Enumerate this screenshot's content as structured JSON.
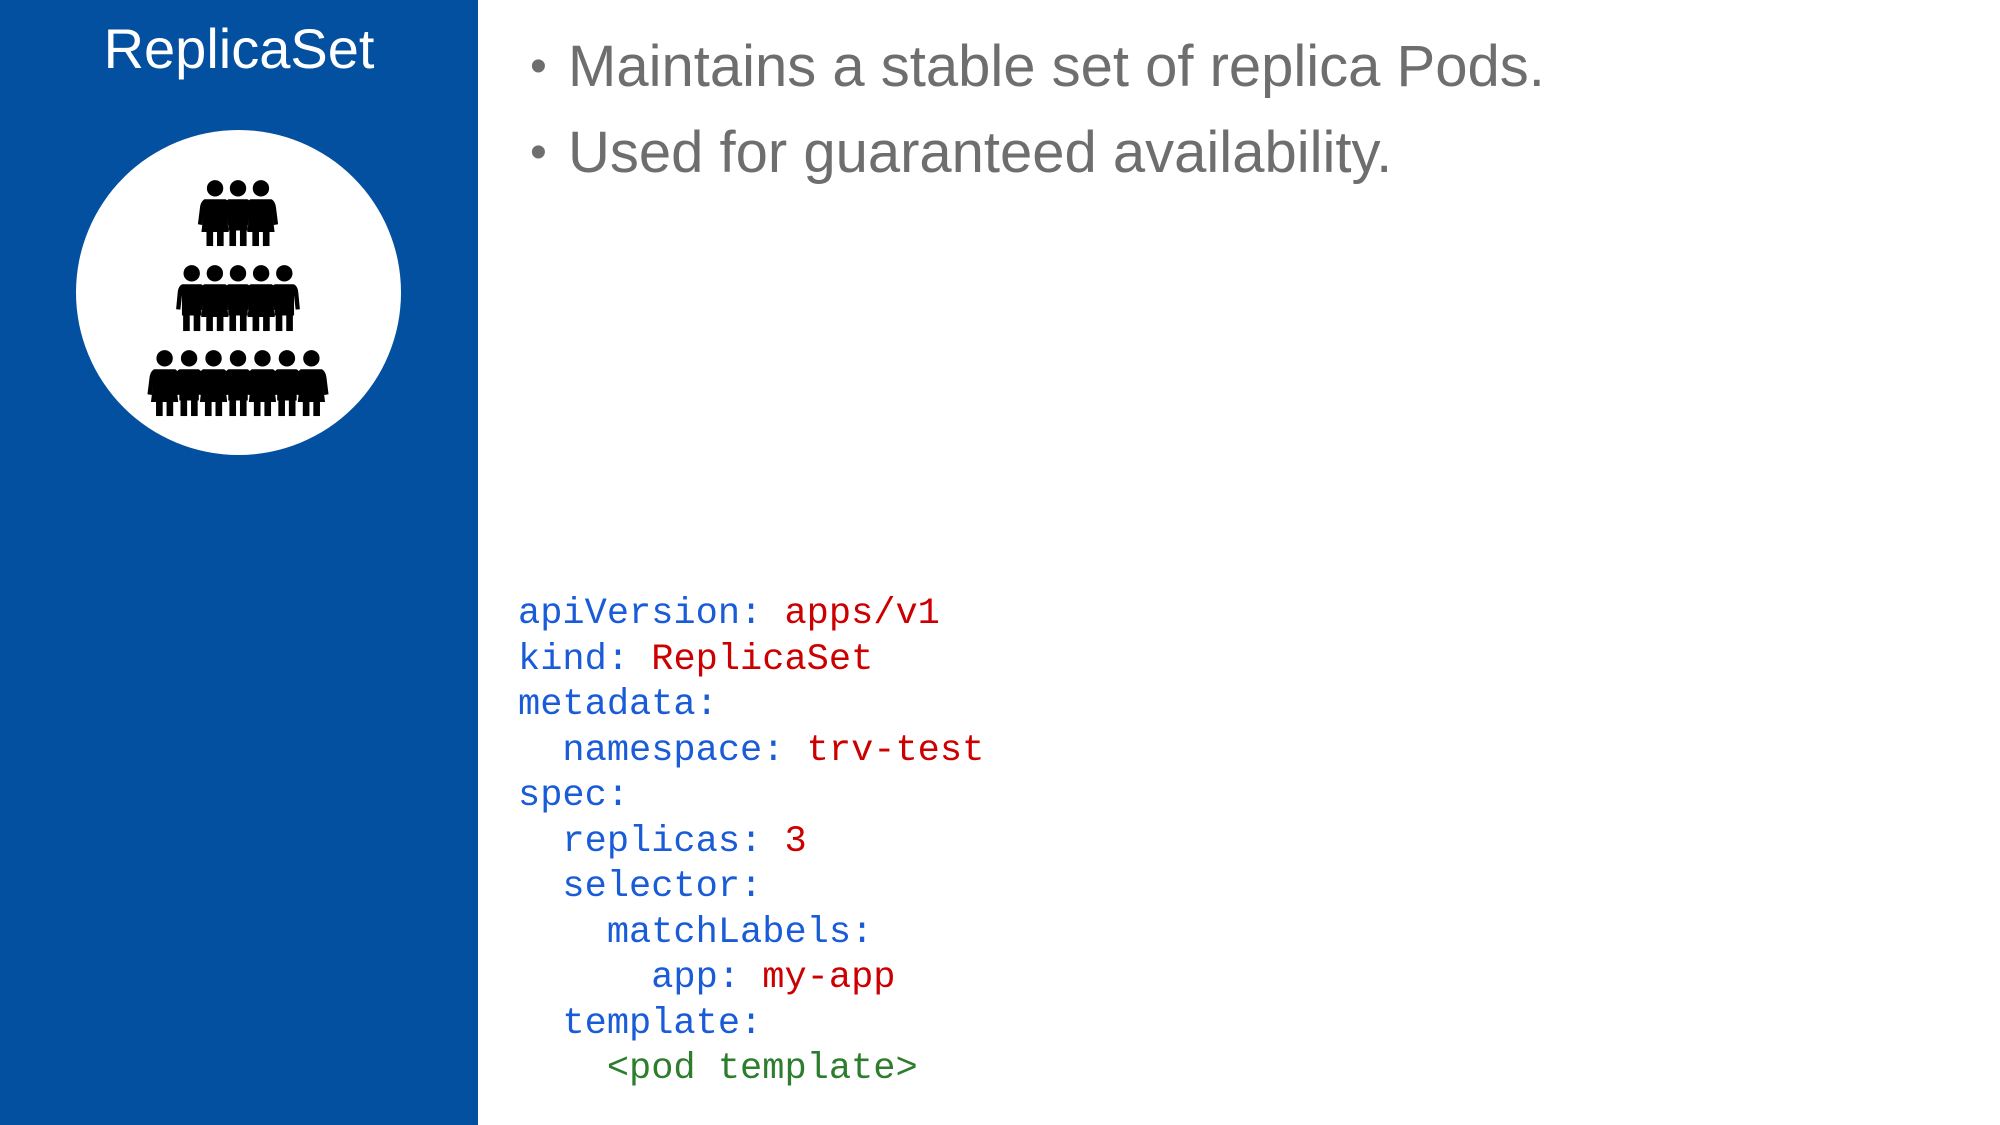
{
  "panel": {
    "title": "ReplicaSet",
    "bg_color": "#0450A0",
    "title_color": "#FFFFFF",
    "icon": {
      "name": "people-group-icon",
      "circle_color": "#FFFFFF",
      "figure_color": "#000000",
      "rows": [
        3,
        5,
        7
      ]
    }
  },
  "bullets": {
    "marker": "•",
    "text_color": "#6E6E6E",
    "items": [
      "Maintains a stable set of replica Pods.",
      "Used for guaranteed availability."
    ]
  },
  "yaml": {
    "key_color": "#1A5CD8",
    "value_color": "#CC0000",
    "comment_color": "#2E7D2E",
    "lines": [
      {
        "indent": "",
        "key": "apiVersion:",
        "sep": " ",
        "value": "apps/v1",
        "type": "value"
      },
      {
        "indent": "",
        "key": "kind:",
        "sep": " ",
        "value": "ReplicaSet",
        "type": "value"
      },
      {
        "indent": "",
        "key": "metadata:",
        "sep": "",
        "value": "",
        "type": "key"
      },
      {
        "indent": "  ",
        "key": "namespace:",
        "sep": " ",
        "value": "trv-test",
        "type": "value"
      },
      {
        "indent": "",
        "key": "spec:",
        "sep": "",
        "value": "",
        "type": "key"
      },
      {
        "indent": "  ",
        "key": "replicas:",
        "sep": " ",
        "value": "3",
        "type": "value"
      },
      {
        "indent": "  ",
        "key": "selector:",
        "sep": "",
        "value": "",
        "type": "key"
      },
      {
        "indent": "    ",
        "key": "matchLabels:",
        "sep": "",
        "value": "",
        "type": "key"
      },
      {
        "indent": "      ",
        "key": "app:",
        "sep": " ",
        "value": "my-app",
        "type": "value"
      },
      {
        "indent": "  ",
        "key": "template:",
        "sep": "",
        "value": "",
        "type": "key"
      },
      {
        "indent": "    ",
        "key": "",
        "sep": "",
        "value": "<pod template>",
        "type": "comment"
      }
    ]
  }
}
